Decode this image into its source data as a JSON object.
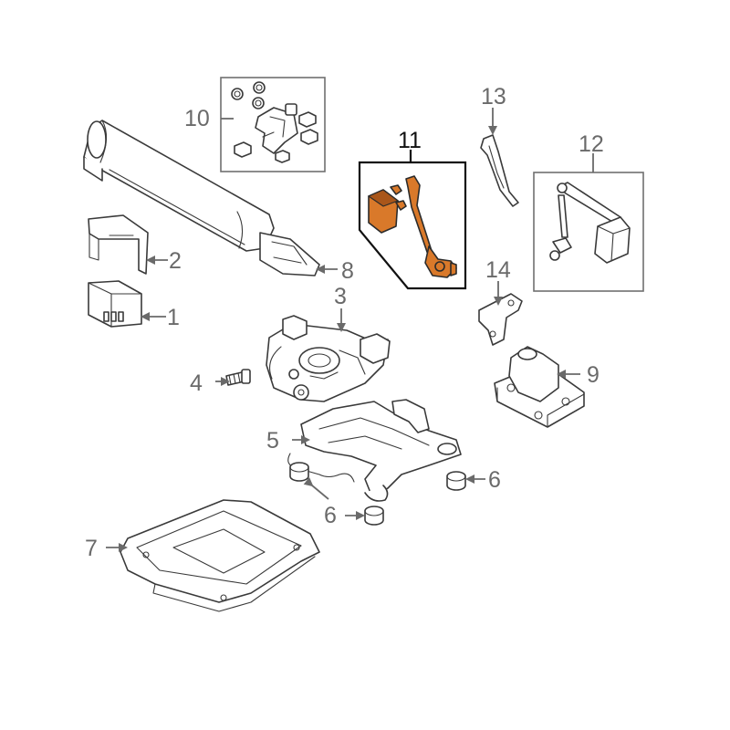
{
  "colors": {
    "highlight": "#d9792a",
    "line": "#3a3a3a",
    "callout": "#6a6a6a"
  },
  "callouts": {
    "c1": "1",
    "c2": "2",
    "c3": "3",
    "c4": "4",
    "c5": "5",
    "c6a": "6",
    "c6b": "6",
    "c7": "7",
    "c8": "8",
    "c9": "9",
    "c10": "10",
    "c11": "11",
    "c12": "12",
    "c13": "13",
    "c14": "14"
  },
  "highlighted_part": "11"
}
